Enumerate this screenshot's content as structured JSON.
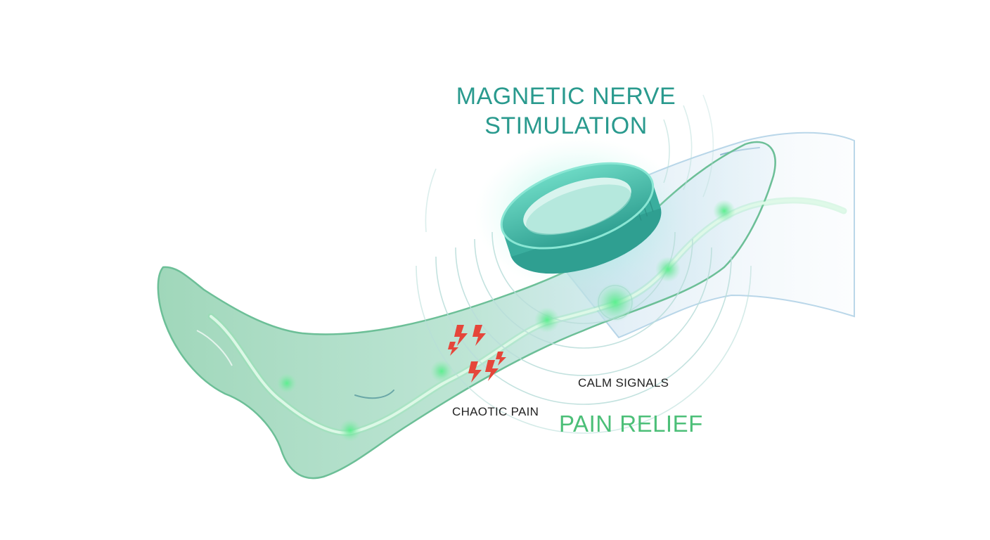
{
  "title": {
    "line1": "MAGNETIC NERVE",
    "line2": "STIMULATION"
  },
  "labels": {
    "chaotic_pain": "CHAOTIC PAIN",
    "calm_signals": "CALM SIGNALS",
    "pain_relief": "PAIN RELIEF"
  },
  "icons": {
    "device": "magnetic-ring-device-icon",
    "pain": "lightning-bolt-icon",
    "signal": "glowing-signal-node-icon"
  },
  "colors": {
    "title": "#2a9a8e",
    "pain_relief": "#4cbf78",
    "label_text": "#222222",
    "pain_bolt": "#e5463a",
    "leg_fill": "#9ad4b8",
    "leg_outline": "#6cbf97",
    "thigh_fill": "#d7e9f3",
    "thigh_outline": "#a9cde3",
    "device": "#3fb9a6",
    "glow": "#4fe58a"
  }
}
